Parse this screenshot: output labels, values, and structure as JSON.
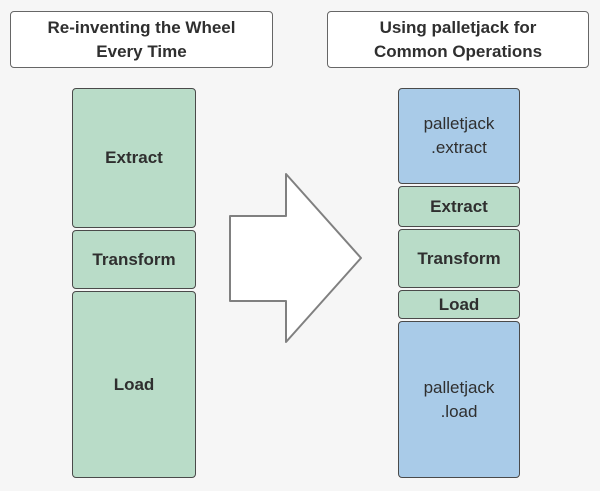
{
  "diagram": {
    "background": "#f6f6f6",
    "colors": {
      "green_fill": "#b9dcc8",
      "blue_fill": "#a9cbe8",
      "block_border": "#4a4a4a",
      "title_fill": "#ffffff",
      "title_border": "#666666",
      "arrow_fill": "#ffffff",
      "arrow_border": "#808080",
      "text": "#2f2f2f"
    },
    "left_panel": {
      "title": "Re-inventing the Wheel\nEvery Time",
      "blocks": [
        {
          "label": "Extract",
          "style": "green"
        },
        {
          "label": "Transform",
          "style": "green"
        },
        {
          "label": "Load",
          "style": "green"
        }
      ]
    },
    "right_panel": {
      "title": "Using palletjack for\nCommon Operations",
      "blocks": [
        {
          "label": "palletjack\n.extract",
          "style": "blue"
        },
        {
          "label": "Extract",
          "style": "green"
        },
        {
          "label": "Transform",
          "style": "green"
        },
        {
          "label": "Load",
          "style": "green"
        },
        {
          "label": "palletjack\n.load",
          "style": "blue"
        }
      ]
    },
    "arrow": {
      "icon": "right-block-arrow",
      "direction": "right"
    }
  }
}
